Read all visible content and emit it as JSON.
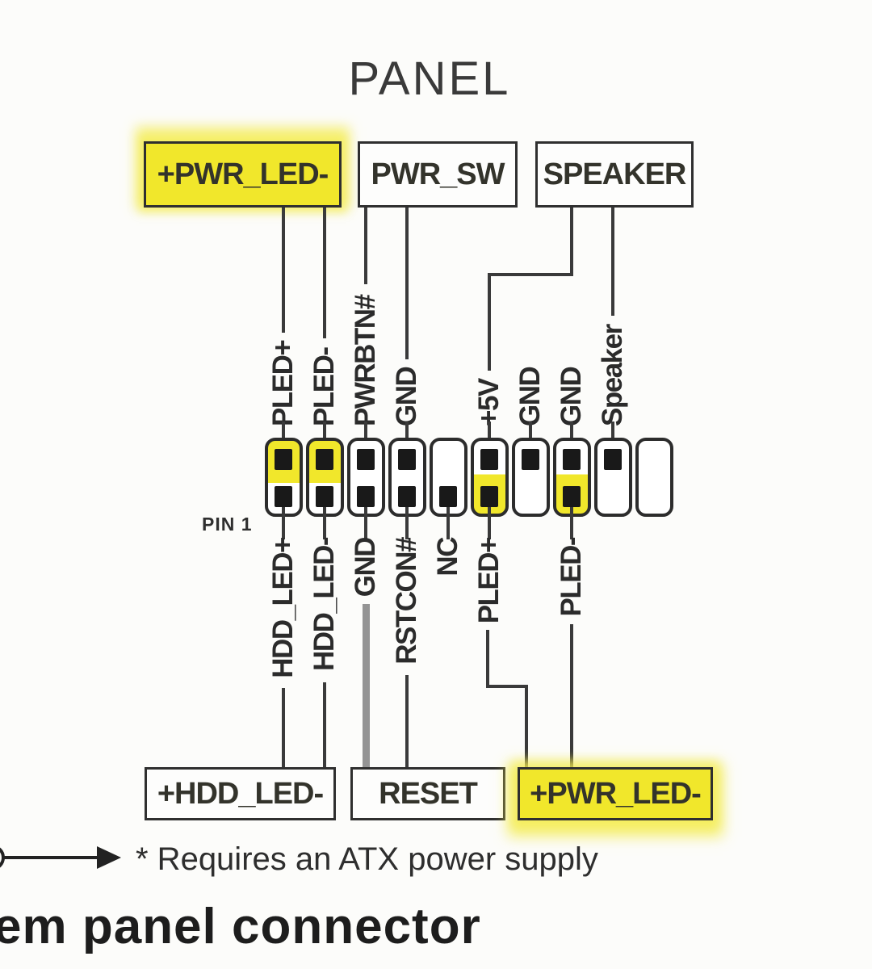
{
  "title": "PANEL",
  "top_boxes": [
    {
      "label": "+PWR_LED-",
      "highlighted": true
    },
    {
      "label": "PWR_SW",
      "highlighted": false
    },
    {
      "label": "SPEAKER",
      "highlighted": false
    }
  ],
  "top_pin_labels": [
    "PLED+",
    "PLED-",
    "PWRBTN#",
    "GND",
    "+5V",
    "GND",
    "GND",
    "Speaker"
  ],
  "bottom_pin_labels": [
    "HDD_LED+",
    "HDD_LED-",
    "GND",
    "RSTCON#",
    "NC",
    "PLED+",
    "PLED-"
  ],
  "header": {
    "pin1_label": "PIN 1",
    "columns": [
      {
        "index": 1,
        "top_pin": true,
        "bottom_pin": true,
        "top_highlight": true,
        "bottom_highlight": false
      },
      {
        "index": 2,
        "top_pin": true,
        "bottom_pin": true,
        "top_highlight": true,
        "bottom_highlight": false
      },
      {
        "index": 3,
        "top_pin": true,
        "bottom_pin": true,
        "top_highlight": false,
        "bottom_highlight": false
      },
      {
        "index": 4,
        "top_pin": true,
        "bottom_pin": true,
        "top_highlight": false,
        "bottom_highlight": false
      },
      {
        "index": 5,
        "top_pin": false,
        "bottom_pin": true,
        "top_highlight": false,
        "bottom_highlight": false
      },
      {
        "index": 6,
        "top_pin": true,
        "bottom_pin": true,
        "top_highlight": false,
        "bottom_highlight": true
      },
      {
        "index": 7,
        "top_pin": true,
        "bottom_pin": false,
        "top_highlight": false,
        "bottom_highlight": false
      },
      {
        "index": 8,
        "top_pin": true,
        "bottom_pin": true,
        "top_highlight": false,
        "bottom_highlight": true
      },
      {
        "index": 9,
        "top_pin": true,
        "bottom_pin": false,
        "top_highlight": false,
        "bottom_highlight": false
      },
      {
        "index": 10,
        "top_pin": false,
        "bottom_pin": false,
        "top_highlight": false,
        "bottom_highlight": false
      }
    ]
  },
  "bottom_boxes": [
    {
      "label": "+HDD_LED-",
      "highlighted": false
    },
    {
      "label": "RESET",
      "highlighted": false
    },
    {
      "label": "+PWR_LED-",
      "highlighted": true
    }
  ],
  "footnote": "* Requires an ATX power supply",
  "caption": "em panel connector",
  "colors": {
    "background": "#fcfcfa",
    "line": "#3a3a3a",
    "text": "#2b2b2b",
    "highlight_yellow": "#f1e72b",
    "highlight_glow": "#f4ec50",
    "gnd_wire_gray": "#949494"
  }
}
